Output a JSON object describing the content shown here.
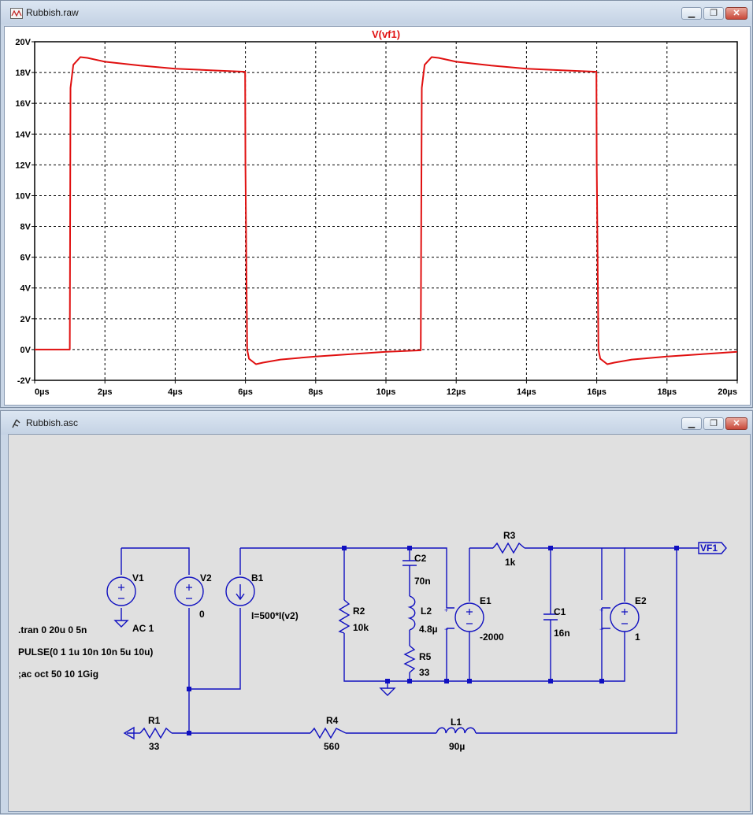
{
  "plot_window": {
    "title": "Rubbish.raw",
    "trace_label": "V(vf1)",
    "trace_color": "#e01010",
    "y_ticks": [
      "-2V",
      "0V",
      "2V",
      "4V",
      "6V",
      "8V",
      "10V",
      "12V",
      "14V",
      "16V",
      "18V",
      "20V"
    ],
    "x_ticks": [
      "0µs",
      "2µs",
      "4µs",
      "6µs",
      "8µs",
      "10µs",
      "12µs",
      "14µs",
      "16µs",
      "18µs",
      "20µs"
    ]
  },
  "chart_data": {
    "type": "line",
    "title": "V(vf1)",
    "xlabel": "",
    "ylabel": "",
    "x_unit": "µs",
    "y_unit": "V",
    "xlim": [
      0,
      20
    ],
    "ylim": [
      -2,
      20
    ],
    "grid": true,
    "series": [
      {
        "name": "V(vf1)",
        "color": "#e01010",
        "x": [
          0,
          1.0,
          1.02,
          1.1,
          1.3,
          1.5,
          2,
          3,
          4,
          5,
          5.99,
          6.0,
          6.05,
          6.1,
          6.3,
          6.5,
          7,
          8,
          9,
          10,
          10.99,
          11.0,
          11.02,
          11.1,
          11.3,
          11.5,
          12,
          13,
          14,
          15,
          15.99,
          16.0,
          16.05,
          16.1,
          16.3,
          16.5,
          17,
          18,
          19,
          20
        ],
        "y": [
          0,
          0,
          17.0,
          18.5,
          19.0,
          18.95,
          18.7,
          18.45,
          18.25,
          18.15,
          18.05,
          12.0,
          0.0,
          -0.6,
          -0.95,
          -0.85,
          -0.65,
          -0.45,
          -0.3,
          -0.15,
          -0.05,
          6.0,
          17.0,
          18.5,
          19.0,
          18.95,
          18.7,
          18.45,
          18.25,
          18.15,
          18.05,
          12.0,
          0.0,
          -0.6,
          -0.95,
          -0.85,
          -0.65,
          -0.45,
          -0.3,
          -0.15
        ]
      }
    ]
  },
  "schematic_window": {
    "title": "Rubbish.asc",
    "wire_color": "#1010c0",
    "components": {
      "V1": {
        "name": "V1",
        "value": "AC 1"
      },
      "V2": {
        "name": "V2",
        "value": "0"
      },
      "B1": {
        "name": "B1",
        "value": "I=500*I(v2)"
      },
      "R2": {
        "name": "R2",
        "value": "10k"
      },
      "C2": {
        "name": "C2",
        "value": "70n"
      },
      "L2": {
        "name": "L2",
        "value": "4.8µ"
      },
      "R5": {
        "name": "R5",
        "value": "33"
      },
      "E1": {
        "name": "E1",
        "value": "-2000"
      },
      "R3": {
        "name": "R3",
        "value": "1k"
      },
      "C1": {
        "name": "C1",
        "value": "16n"
      },
      "E2": {
        "name": "E2",
        "value": "1"
      },
      "R1": {
        "name": "R1",
        "value": "33"
      },
      "R4": {
        "name": "R4",
        "value": "560"
      },
      "L1": {
        "name": "L1",
        "value": "90µ"
      }
    },
    "net_label": "VF1",
    "directives": [
      ".tran 0 20u 0 5n",
      "PULSE(0 1 1u 10n 10n 5u 10u)",
      ";ac oct 50 10 1Gig"
    ]
  }
}
